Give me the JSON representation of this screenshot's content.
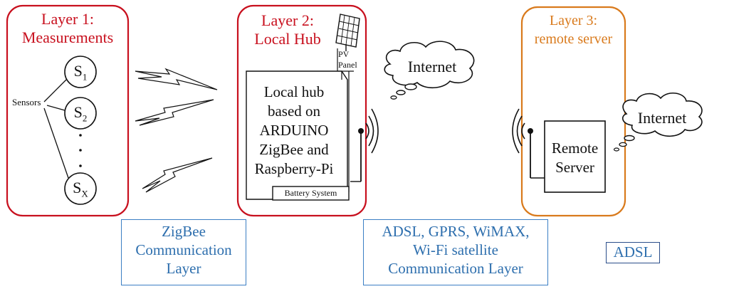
{
  "layers": {
    "layer1": {
      "title_line1": "Layer 1:",
      "title_line2": "Measurements",
      "color": "#c8101e"
    },
    "layer2": {
      "title_line1": "Layer 2:",
      "title_line2": "Local Hub",
      "color": "#c8101e"
    },
    "layer3": {
      "title_line1": "Layer 3:",
      "title_line2": "remote server",
      "color": "#d97a1c"
    }
  },
  "sensors": {
    "label": "Sensors",
    "s1": {
      "main": "S",
      "sub": "1"
    },
    "s2": {
      "main": "S",
      "sub": "2"
    },
    "sx": {
      "main": "S",
      "sub": "X"
    }
  },
  "hub": {
    "lines": [
      "Local hub",
      "based on",
      "ARDUINO",
      "ZigBee and",
      "Raspberry-Pi"
    ],
    "battery": "Battery System",
    "pv_line1": "PV",
    "pv_line2": "Panel"
  },
  "clouds": {
    "internet1": "Internet",
    "internet2": "Internet"
  },
  "server": {
    "line1": "Remote",
    "line2": "Server"
  },
  "comm": {
    "zigbee": [
      "ZigBee",
      "Communication",
      "Layer"
    ],
    "wan": [
      "ADSL, GPRS, WiMAX,",
      "Wi-Fi satellite",
      "Communication Layer"
    ],
    "adsl": "ADSL",
    "color": "#2e6fae"
  }
}
